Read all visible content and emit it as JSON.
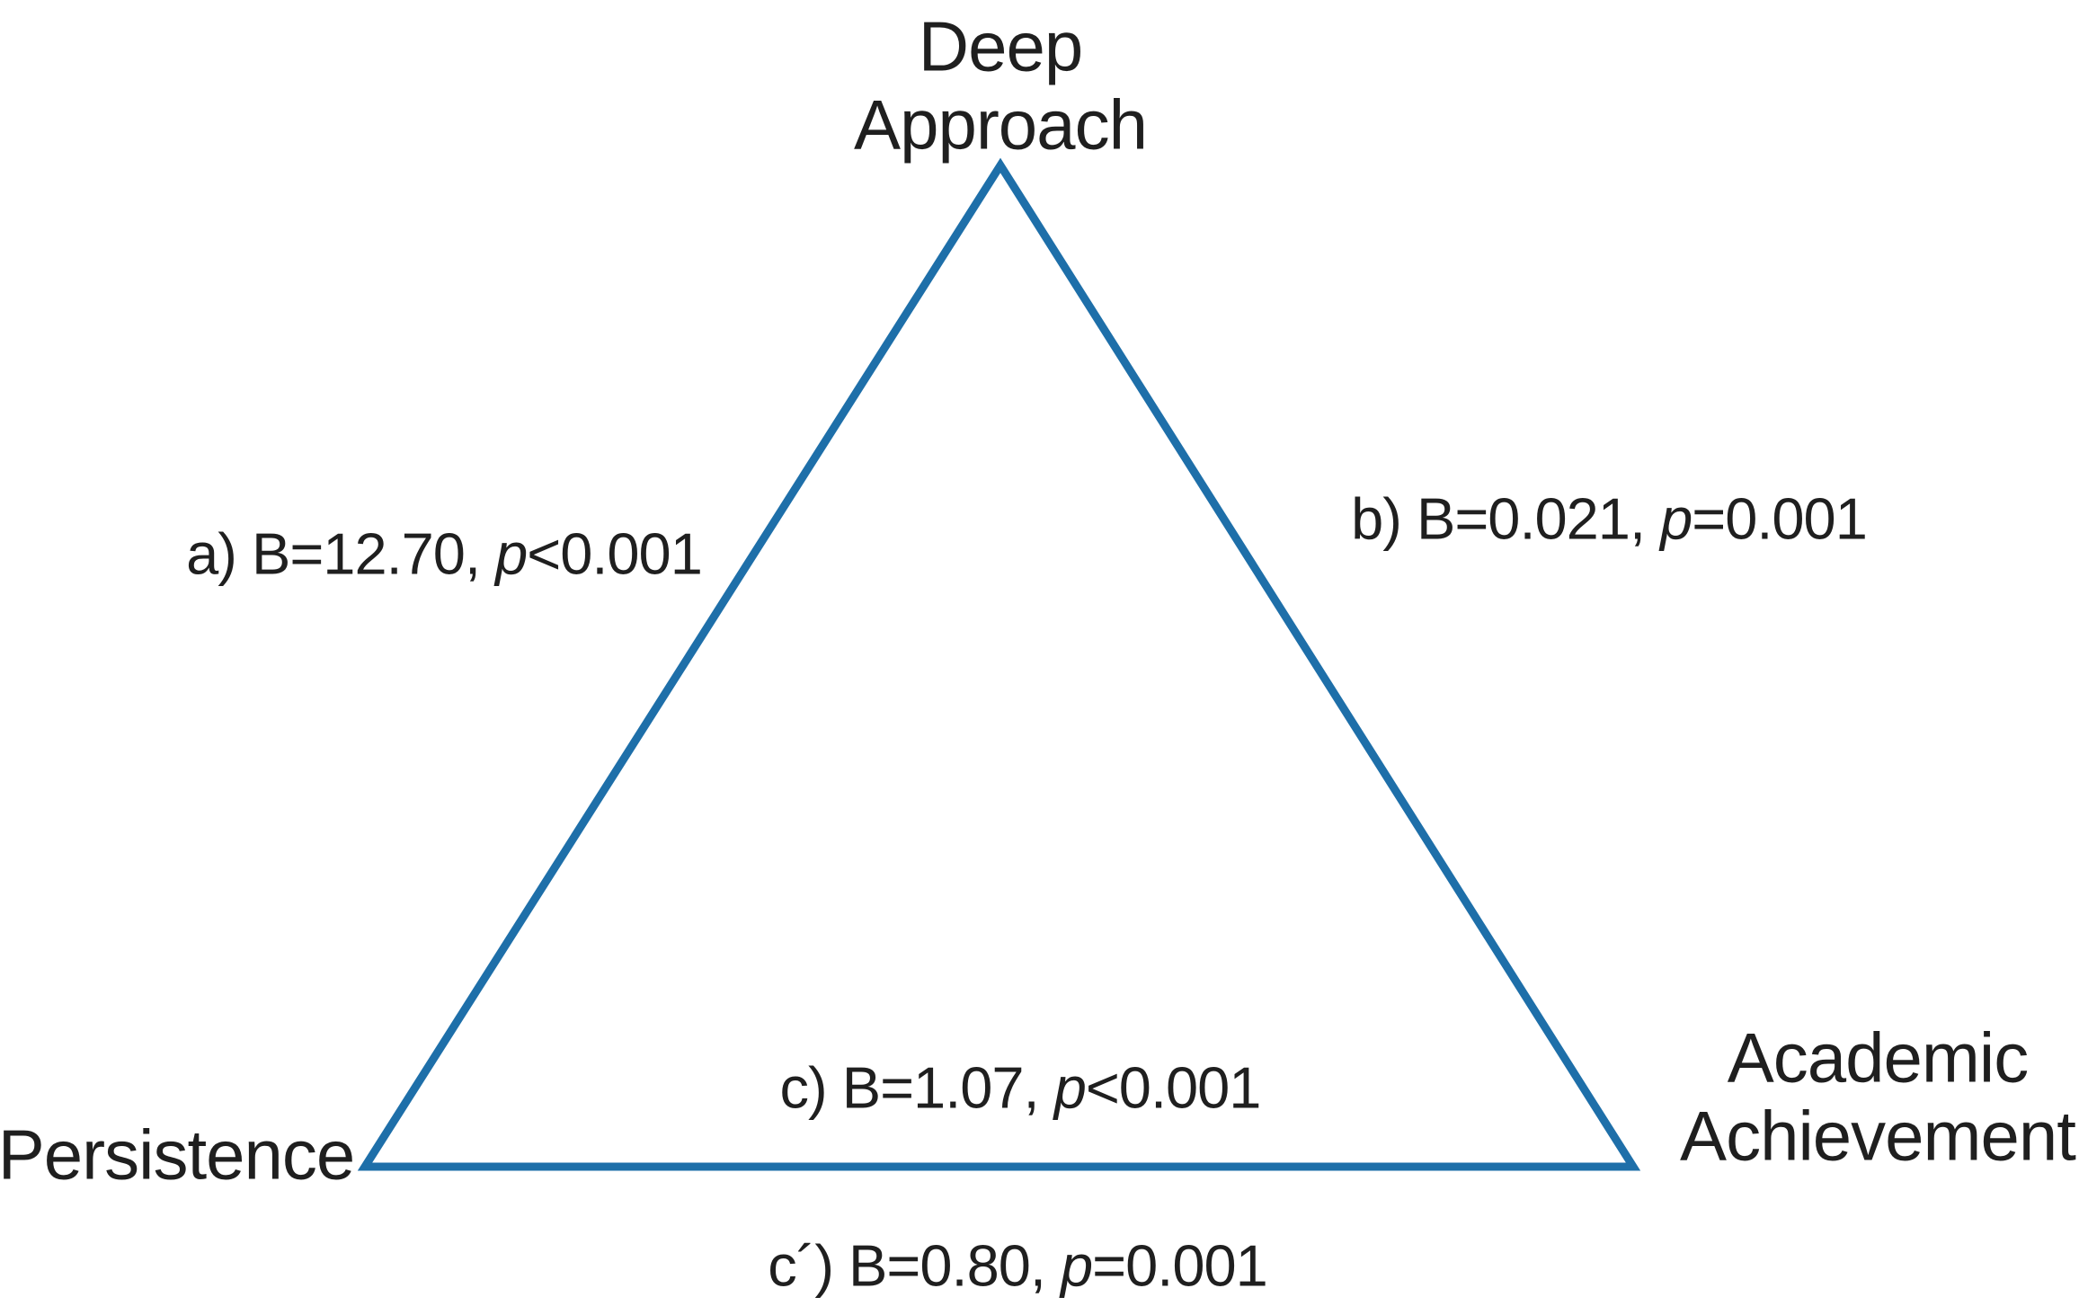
{
  "diagram": {
    "description": "Mediation model triangle linking Persistence, Deep Approach and Academic Achievement",
    "line_color": "#1e6fa9",
    "text_color": "#1f1f1f",
    "nodes": {
      "top": {
        "line1": "Deep",
        "line2": "Approach"
      },
      "bottom_left": {
        "label": "Persistence"
      },
      "bottom_right": {
        "line1": "Academic",
        "line2": "Achievement"
      }
    },
    "paths": {
      "a": {
        "pre": "a) B=12.70, ",
        "p": "p",
        "post": "<0.001"
      },
      "b": {
        "pre": "b) B=0.021, ",
        "p": "p",
        "post": "=0.001"
      },
      "c": {
        "pre": "c) B=1.07, ",
        "p": "p",
        "post": "<0.001"
      },
      "c_prime": {
        "pre": "c´) B=0.80, ",
        "p": "p",
        "post": "=0.001"
      }
    }
  }
}
